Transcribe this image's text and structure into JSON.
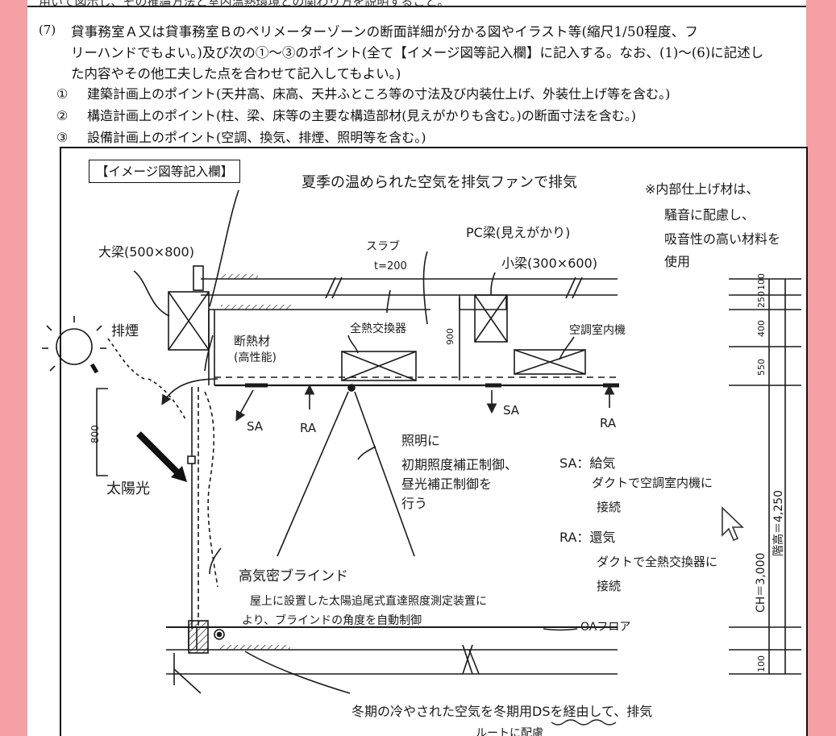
{
  "header_cut": "用いて図示し、その推論方法と室内温熱環境との関わり方を説明すること。",
  "question": {
    "number": "(7)",
    "line1": "貸事務室Ａ又は貸事務室Ｂのペリメーターゾーンの断面詳細が分かる図やイラスト等(縮尺1/50程度、フ",
    "line2": "リーハンドでもよい。)及び次の①～③のポイント(全て【イメージ図等記入欄】に記入する。なお、(1)～(6)に記述し",
    "line3": "た内容やその他工夫した点を合わせて記入してもよい。)",
    "points": [
      {
        "num": "①",
        "text": "建築計画上のポイント(天井高、床高、天井ふところ等の寸法及び内装仕上げ、外装仕上げ等を含む。)"
      },
      {
        "num": "②",
        "text": "構造計画上のポイント(柱、梁、床等の主要な構造部材(見えがかりも含む。)の断面寸法を含む。)"
      },
      {
        "num": "③",
        "text": "設備計画上のポイント(空調、換気、排煙、照明等を含む。)"
      }
    ]
  },
  "box_label": "【イメージ図等記入欄】",
  "annotations": {
    "summer_exhaust": "夏季の温められた空気を排気ファンで排気",
    "note_line1": "※内部仕上げ材は、",
    "note_line2": "騒音に配慮し、",
    "note_line3": "吸音性の高い材料を",
    "note_line4": "使用",
    "big_beam": "大梁(500×800)",
    "pc_beam": "PC梁(見えがかり)",
    "slab_line1": "スラブ",
    "slab_line2": "t=200",
    "small_beam": "小梁(300×600)",
    "smoke": "排煙",
    "insulation_line1": "断熱材",
    "insulation_line2": "(高性能)",
    "heat_exchanger": "全熱交換器",
    "ac_unit": "空調室内機",
    "dim_900": "900",
    "sa": "SA",
    "ra": "RA",
    "dim_800": "800",
    "sunlight": "太陽光",
    "lighting_title": "照明に",
    "lighting_line1": "初期照度補正制御、",
    "lighting_line2": "昼光補正制御を",
    "lighting_line3": "行う",
    "sa_def_line1": "SA：給気",
    "sa_def_line2": "ダクトで空調室内機に",
    "sa_def_line3": "接続",
    "ra_def_line1": "RA：還気",
    "ra_def_line2": "ダクトで全熱交換器に",
    "ra_def_line3": "接続",
    "blind_title": "高気密ブラインド",
    "blind_line1": "屋上に設置した太陽追尾式直達照度測定装置に",
    "blind_line2": "より、ブラインドの角度を自動制御",
    "oa_floor": "OAフロア",
    "winter_exhaust": "冬期の冷やされた空気を冬期用DSを経由して、排気",
    "winter_cut": "ルートに配慮"
  },
  "dimensions": {
    "d100_top": "100",
    "d250": "250",
    "d400": "400",
    "d550": "550",
    "floor_height": "階高＝4,250",
    "ceiling_height": "CH＝3,000",
    "d100_bottom": "100"
  },
  "icons": [
    "sun-icon",
    "cursor-arrow-icon"
  ]
}
